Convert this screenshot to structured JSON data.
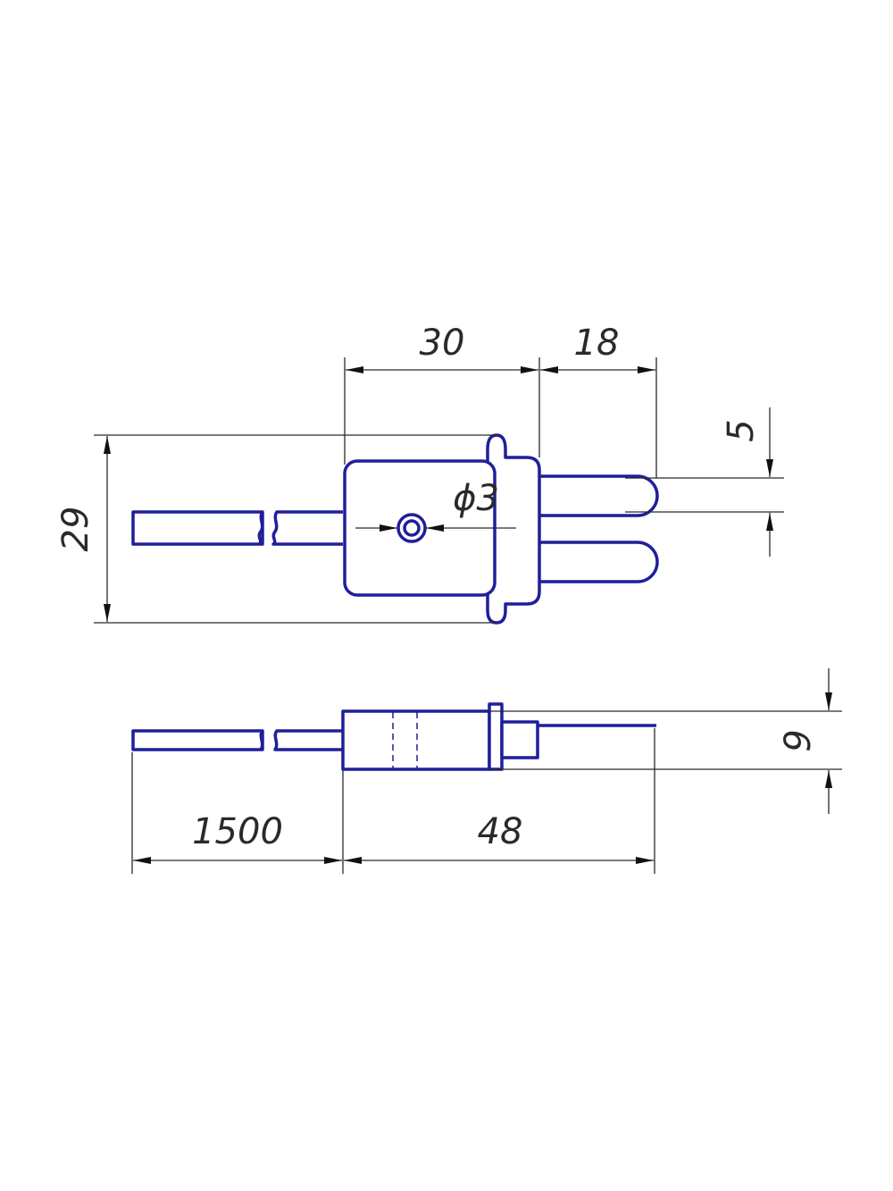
{
  "drawing": {
    "line_color": "#1f1f9c",
    "dimension_color": "#2a2a2a",
    "background": "#ffffff"
  },
  "dimensions": {
    "width_body": "30",
    "width_pins": "18",
    "pin_gap": "5",
    "height_total": "29",
    "hole_diameter": "ϕ3",
    "cable_length": "1500",
    "total_length": "48",
    "thickness": "9"
  }
}
